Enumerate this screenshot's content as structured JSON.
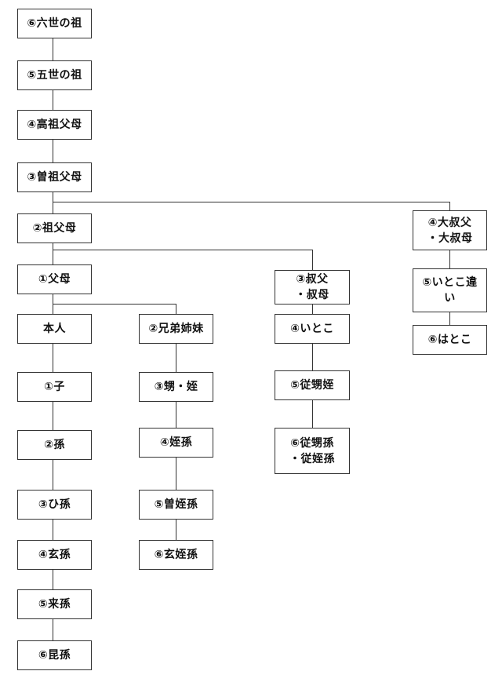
{
  "diagram": {
    "kind": "family-kinship-tree",
    "language": "ja",
    "box_border_color": "#333333",
    "background_color": "#ffffff",
    "text_color": "#111111"
  },
  "nodes": [
    {
      "label": "⑥六世の祖"
    },
    {
      "label": "⑤五世の祖"
    },
    {
      "label": "④高祖父母"
    },
    {
      "label": "③曽祖父母"
    },
    {
      "label": "②祖父母"
    },
    {
      "label": "①父母"
    },
    {
      "label": "本人"
    },
    {
      "label": "①子"
    },
    {
      "label": "②孫"
    },
    {
      "label": "③ひ孫"
    },
    {
      "label": "④玄孫"
    },
    {
      "label": "⑤来孫"
    },
    {
      "label": "⑥昆孫"
    },
    {
      "label": "②兄弟姉妹"
    },
    {
      "label": "③甥・姪"
    },
    {
      "label": "④姪孫"
    },
    {
      "label": "⑤曽姪孫"
    },
    {
      "label": "⑥玄姪孫"
    },
    {
      "label": "③叔父\n・叔母"
    },
    {
      "label": "④いとこ"
    },
    {
      "label": "⑤従甥姪"
    },
    {
      "label": "⑥従甥孫\n・従姪孫"
    },
    {
      "label": "④大叔父\n・大叔母"
    },
    {
      "label": "⑤いとこ違\nい"
    },
    {
      "label": "⑥はとこ"
    }
  ]
}
